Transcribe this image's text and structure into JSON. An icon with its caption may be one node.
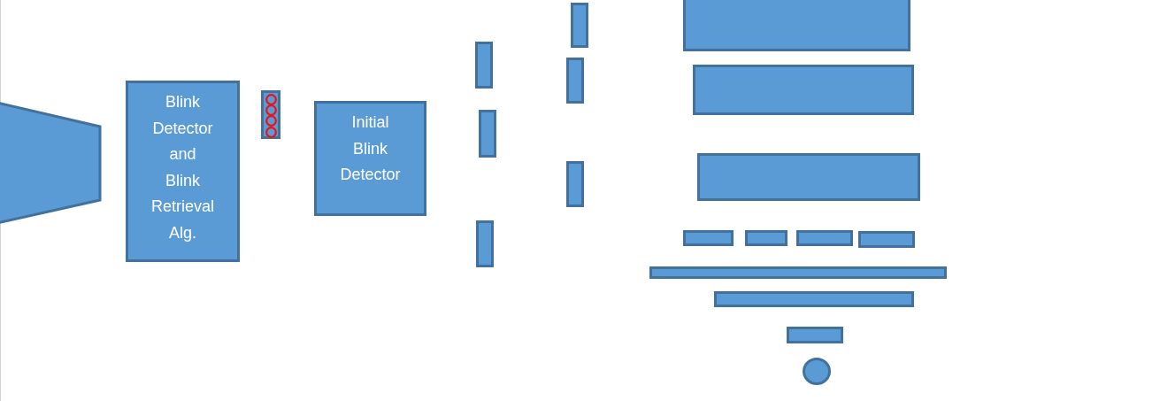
{
  "diagram": {
    "nodes": [
      {
        "text": [],
        "shape": "trapezoid"
      },
      {
        "text": [
          "Blink Detector and Blink Retrieval Alg."
        ]
      },
      {
        "text": [],
        "shape": "bar"
      },
      {
        "text": [
          "Initial Blink Detector"
        ]
      },
      {
        "text": [],
        "shape": "bar"
      },
      {
        "text": [],
        "shape": "bar"
      },
      {
        "text": [],
        "shape": "bar"
      },
      {
        "text": [],
        "shape": "bar"
      },
      {
        "text": [],
        "shape": "bar"
      },
      {
        "text": [],
        "shape": "bar"
      },
      {
        "text": [],
        "shape": "box"
      },
      {
        "text": [],
        "shape": "box"
      },
      {
        "text": [],
        "shape": "box"
      },
      {
        "text": [],
        "shape": "bar"
      },
      {
        "text": [],
        "shape": "bar"
      },
      {
        "text": [],
        "shape": "bar"
      },
      {
        "text": [],
        "shape": "bar"
      },
      {
        "text": [],
        "shape": "bar"
      },
      {
        "text": [],
        "shape": "bar"
      },
      {
        "text": [],
        "shape": "bar"
      },
      {
        "text": [],
        "shape": "circle"
      }
    ]
  }
}
